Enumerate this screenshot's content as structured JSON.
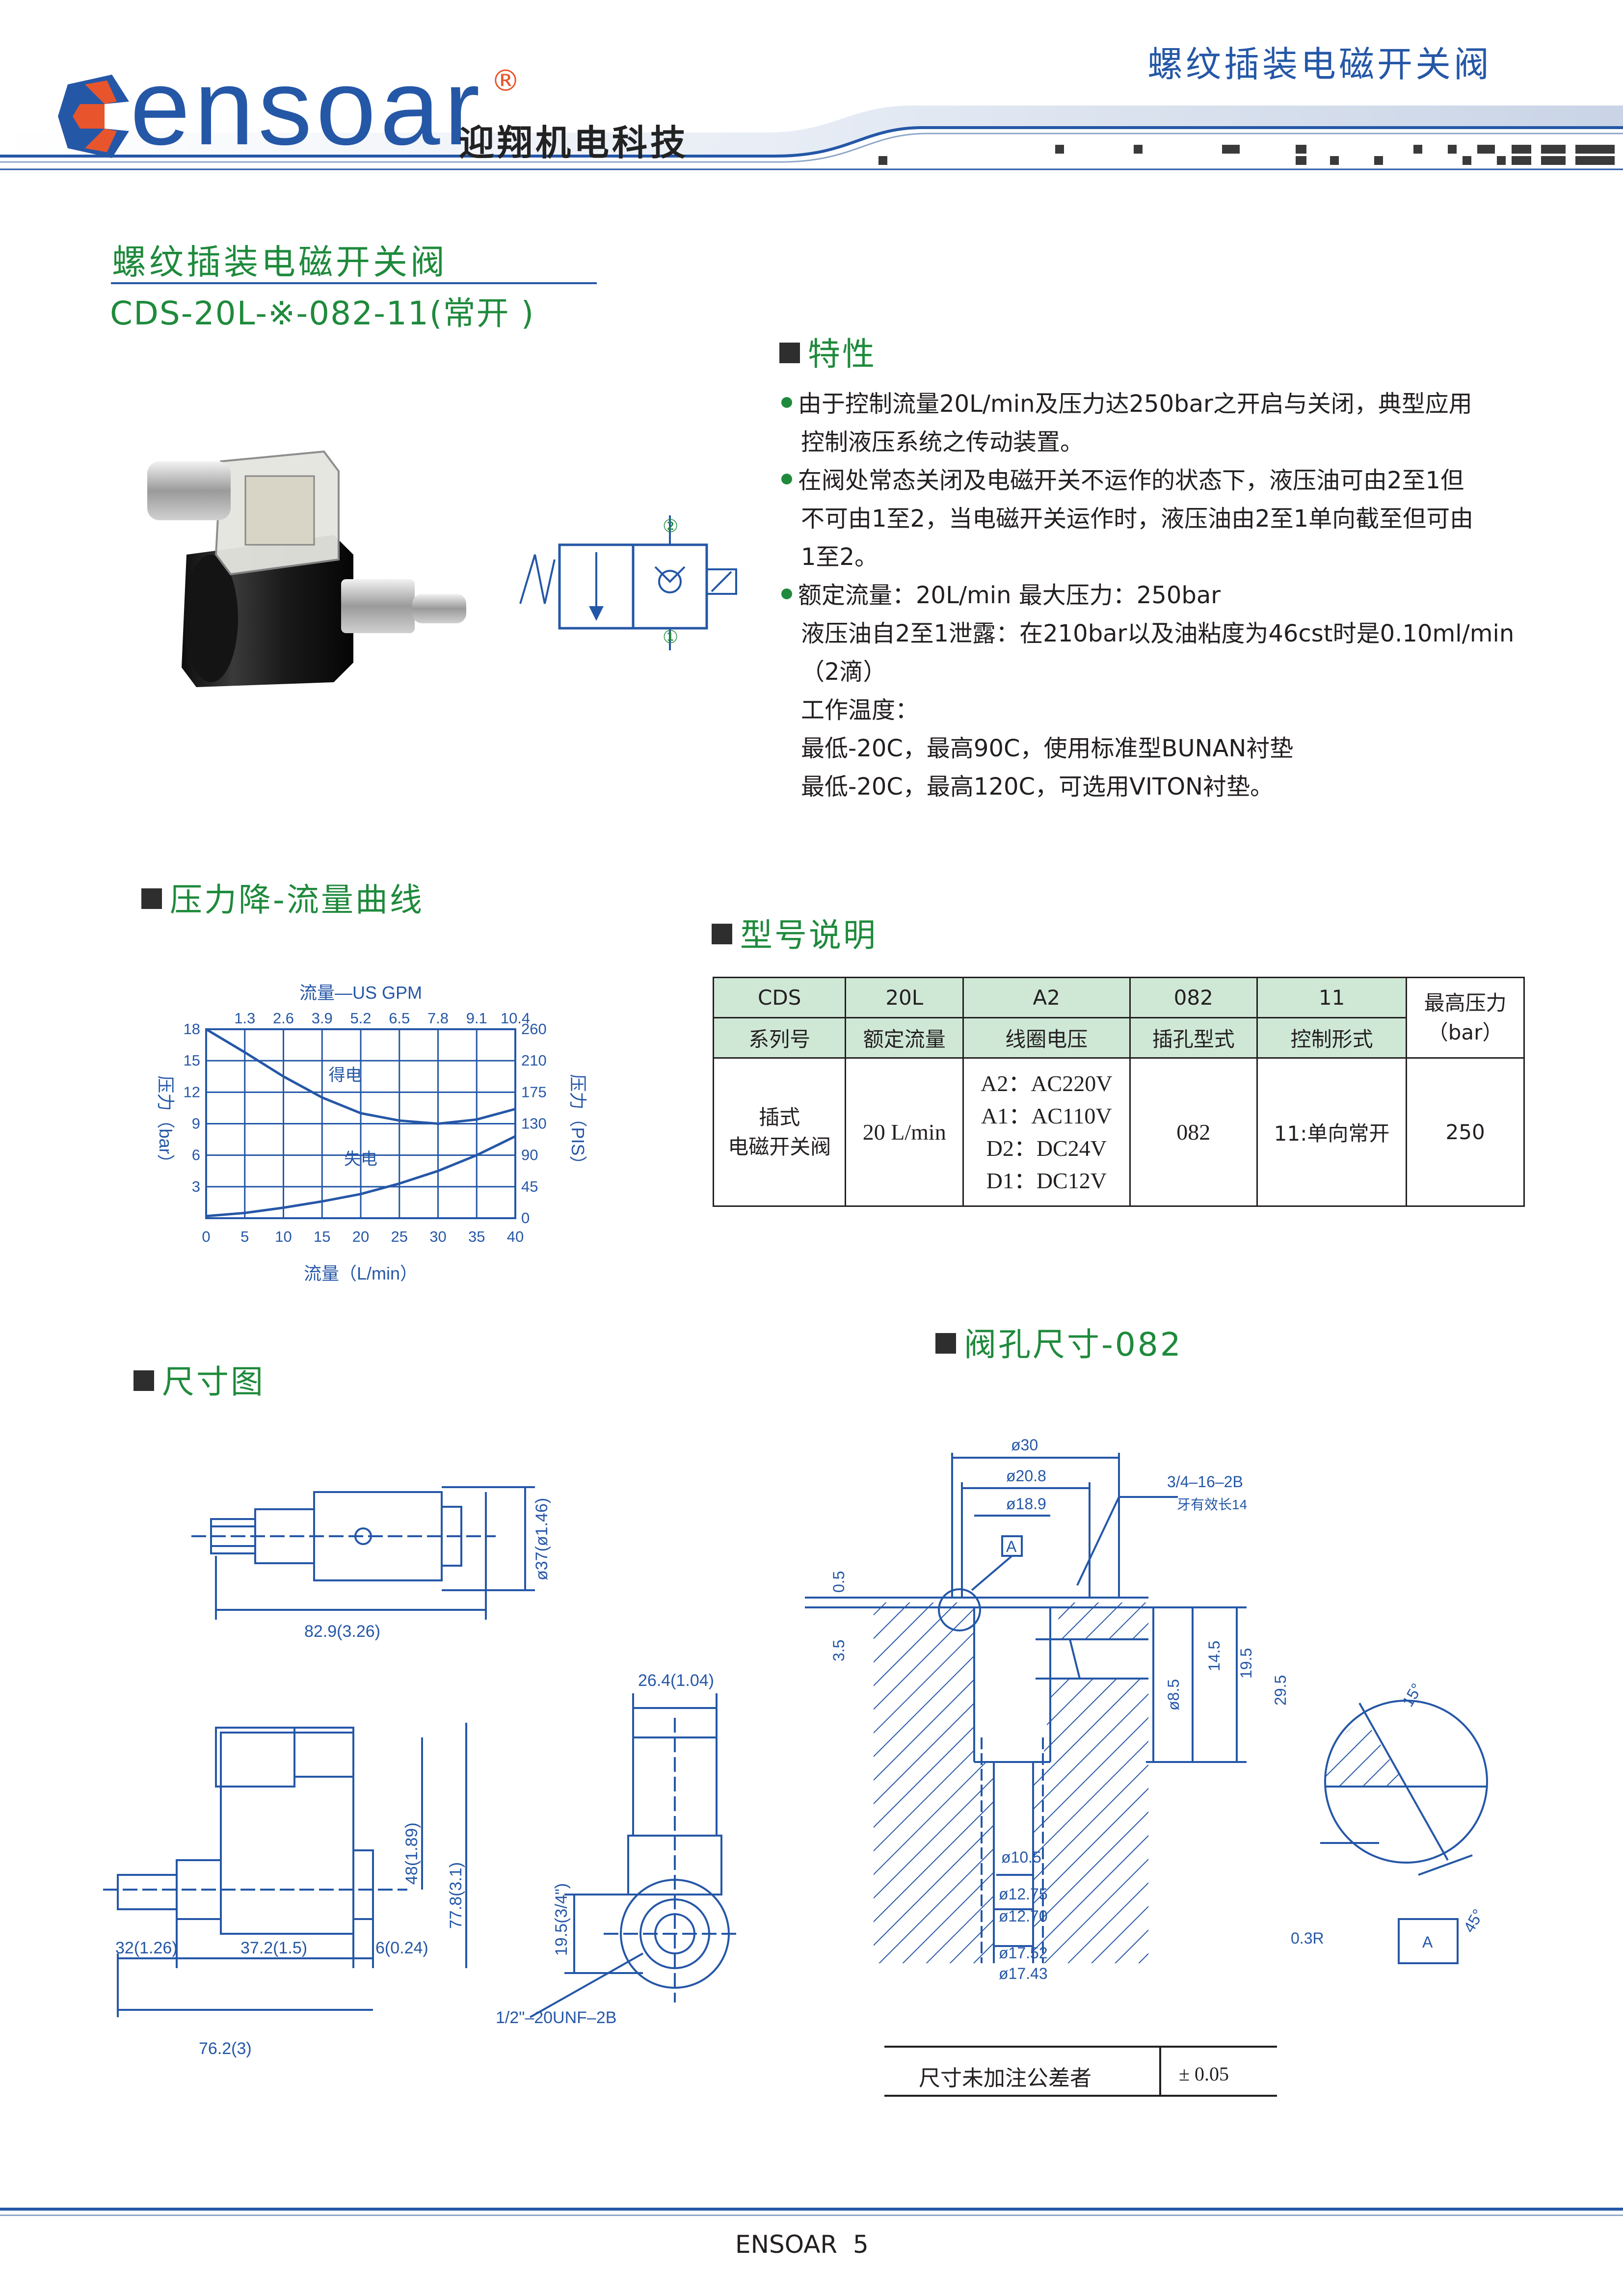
{
  "header": {
    "brand_text": "ensoar",
    "registered_mark": "®",
    "company_cn": "迎翔机电科技",
    "top_right_title": "螺纹插装电磁开关阀"
  },
  "product": {
    "title_cn": "螺纹插装电磁开关阀",
    "model": "CDS-20L-※-082-11(常开 )"
  },
  "features": {
    "heading": "特性",
    "lines": [
      {
        "bullet": true,
        "text": "由于控制流量20L/min及压力达250bar之开启与关闭，典型应用"
      },
      {
        "bullet": false,
        "text": "控制液压系统之传动装置。"
      },
      {
        "bullet": true,
        "text": "在阀处常态关闭及电磁开关不运作的状态下，液压油可由2至1但"
      },
      {
        "bullet": false,
        "text": "不可由1至2，当电磁开关运作时，液压油由2至1单向截至但可由"
      },
      {
        "bullet": false,
        "text": "1至2。"
      },
      {
        "bullet": true,
        "text": "额定流量：20L/min         最大压力：250bar"
      },
      {
        "bullet": false,
        "text": "液压油自2至1泄露：在210bar以及油粘度为46cst时是0.10ml/min"
      },
      {
        "bullet": false,
        "text": "（2滴）"
      },
      {
        "bullet": false,
        "text": "工作温度："
      },
      {
        "bullet": false,
        "text": "最低-20C，最高90C，使用标准型BUNAN衬垫"
      },
      {
        "bullet": false,
        "text": "最低-20C，最高120C，可选用VITON衬垫。"
      }
    ]
  },
  "symbol": {
    "port_top": "②",
    "port_bottom": "①"
  },
  "curve_section": {
    "heading": "压力降-流量曲线"
  },
  "model_section": {
    "heading": "型号说明",
    "codes": [
      "CDS",
      "20L",
      "A2",
      "082",
      "11"
    ],
    "names": [
      "系列号",
      "额定流量",
      "线圈电压",
      "插孔型式",
      "控制形式"
    ],
    "max_pressure_header": [
      "最高压力",
      "（bar）"
    ],
    "values": {
      "series": [
        "插式",
        "电磁开关阀"
      ],
      "flow": "20 L/min",
      "voltages": [
        "A2：AC220V",
        "A1：AC110V",
        "D2：DC24V",
        "D1：DC12V"
      ],
      "cavity": "082",
      "control": "11:单向常开",
      "pressure": "250"
    }
  },
  "chart_data": {
    "type": "line",
    "title": "",
    "xlabel": "流量（L/min）",
    "x2label": "流量—US GPM",
    "ylabel": "压力（bar）",
    "y2label": "压力（PIS）",
    "x_ticks": [
      0,
      5,
      10,
      15,
      20,
      25,
      30,
      35,
      40
    ],
    "x2_ticks": [
      "1.3",
      "2.6",
      "3.9",
      "5.2",
      "6.5",
      "7.8",
      "9.1",
      "10.4"
    ],
    "y_ticks": [
      3,
      6,
      9,
      12,
      15,
      18
    ],
    "y2_ticks": [
      0,
      45,
      90,
      130,
      175,
      210,
      260
    ],
    "xlim": [
      0,
      40
    ],
    "ylim": [
      0,
      18
    ],
    "grid": true,
    "series": [
      {
        "name": "得电",
        "x": [
          0,
          5,
          10,
          15,
          20,
          25,
          30,
          35,
          40
        ],
        "y": [
          18,
          15.8,
          13.5,
          11.5,
          10.0,
          9.3,
          9.0,
          9.4,
          10.4
        ]
      },
      {
        "name": "失电",
        "x": [
          0,
          5,
          10,
          15,
          20,
          25,
          30,
          35,
          40
        ],
        "y": [
          0.2,
          0.5,
          1.0,
          1.6,
          2.3,
          3.3,
          4.5,
          6.0,
          7.8
        ]
      }
    ]
  },
  "dimensions": {
    "heading": "尺寸图",
    "labels": {
      "length_top": "82.9(3.26)",
      "dia_coil": "ø37(ø1.46)",
      "h48": "48(1.89)",
      "h778": "77.8(3.1)",
      "d32": "32(1.26)",
      "d372": "37.2(1.5)",
      "d6": "6(0.24)",
      "d762": "76.2(3)",
      "w264": "26.4(1.04)",
      "h195": "19.5(3/4\")",
      "thread": "1/2\"–20UNF–2B"
    }
  },
  "cavity": {
    "heading": "阀孔尺寸-082",
    "labels": {
      "d30": "ø30",
      "d208": "ø20.8",
      "d189": "ø18.9",
      "thread": "3/4–16–2B",
      "thread_note": "牙有效长14",
      "datum": "A",
      "h05": "0.5",
      "h35": "3.5",
      "d85": "ø8.5",
      "h145": "14.5",
      "h195": "19.5",
      "h295": "29.5",
      "d105": "ø10.5",
      "d1275": "ø12.75",
      "d1270": "ø12.70",
      "d1752": "ø17.52",
      "d1743": "ø17.43",
      "a15": "15°",
      "a45": "45°",
      "r03": "0.3R",
      "datum_box": "A"
    }
  },
  "tolerance": {
    "label": "尺寸未加注公差者",
    "value": "± 0.05"
  },
  "footer": {
    "brand": "ENSOAR",
    "page": "5"
  }
}
